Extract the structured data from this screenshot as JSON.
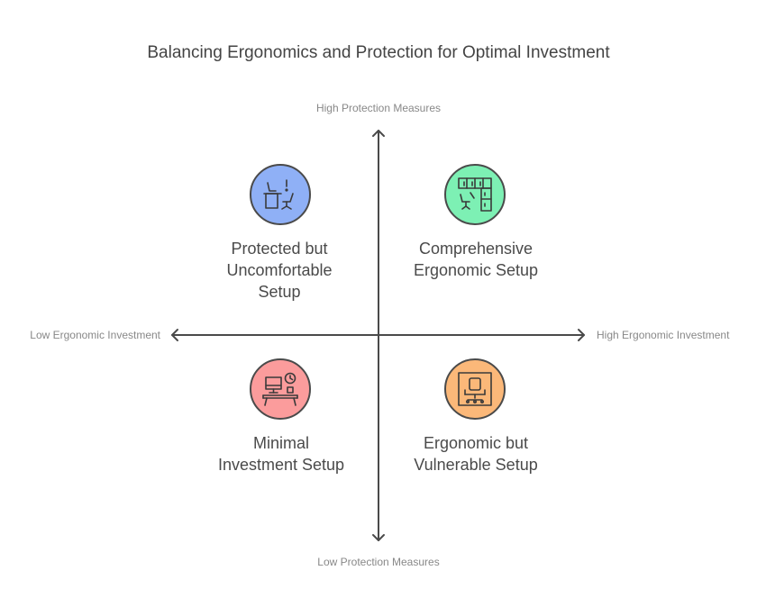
{
  "title": "Balancing Ergonomics and Protection for Optimal Investment",
  "axes": {
    "y_high": "High Protection Measures",
    "y_low": "Low Protection Measures",
    "x_low": "Low Ergonomic Investment",
    "x_high": "High Ergonomic Investment"
  },
  "quadrants": {
    "top_left": {
      "label": "Protected but\nUncomfortable\nSetup",
      "icon": "desk-chair-warning-icon",
      "color": "#8fb0f6"
    },
    "top_right": {
      "label": "Comprehensive\nErgonomic Setup",
      "icon": "office-floorplan-icon",
      "color": "#7df0b4"
    },
    "bottom_left": {
      "label": "Minimal\nInvestment Setup",
      "icon": "computer-desk-clock-icon",
      "color": "#fb9c9c"
    },
    "bottom_right": {
      "label": "Ergonomic but\nVulnerable Setup",
      "icon": "office-chair-frame-icon",
      "color": "#fbb879"
    }
  },
  "colors": {
    "axis": "#4a4a4a",
    "text": "#444444",
    "axis_label": "#888888"
  }
}
